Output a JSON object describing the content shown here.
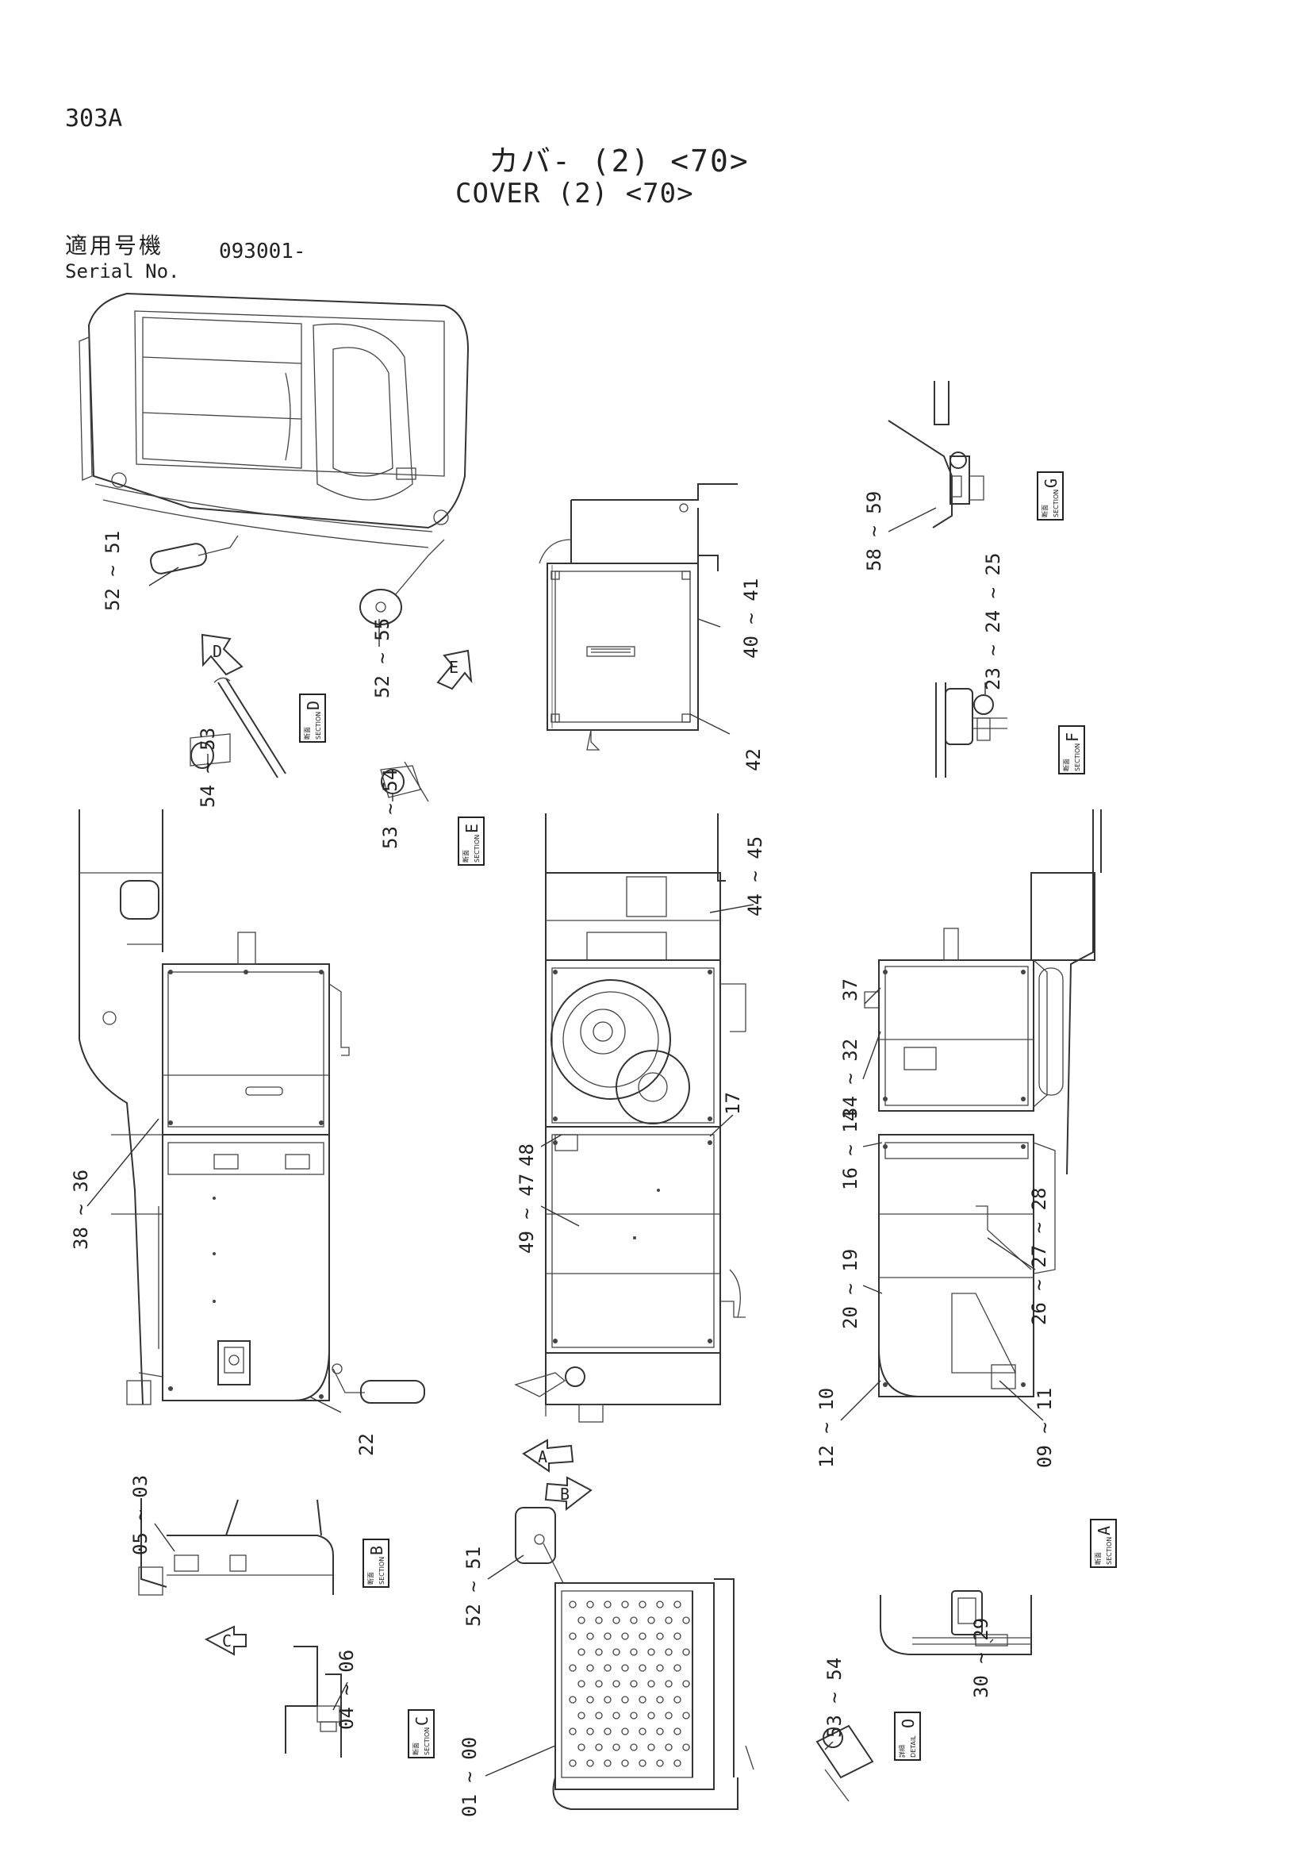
{
  "header": {
    "page_number": "303A",
    "title_jp": "カバ- (2) <70>",
    "title_en": "COVER (2) <70>",
    "serial_label_jp": "適用号機",
    "serial_label_en": "Serial No.",
    "serial_value": "093001-"
  },
  "view_markers": [
    "D",
    "E",
    "A",
    "B",
    "C"
  ],
  "section_labels": [
    {
      "id": "G",
      "kind": "SECTION"
    },
    {
      "id": "F",
      "kind": "SECTION"
    },
    {
      "id": "D",
      "kind": "SECTION"
    },
    {
      "id": "E",
      "kind": "SECTION"
    },
    {
      "id": "B",
      "kind": "SECTION"
    },
    {
      "id": "A",
      "kind": "SECTION"
    },
    {
      "id": "C",
      "kind": "SECTION"
    },
    {
      "id": "O",
      "kind": "DETAIL"
    }
  ],
  "section_kanji": "断面",
  "detail_kanji": "詳細",
  "callouts": [
    [
      "52",
      "51"
    ],
    [
      "52",
      "55"
    ],
    [
      "54",
      "53"
    ],
    [
      "53",
      "54"
    ],
    [
      "40",
      "41"
    ],
    [
      "42"
    ],
    [
      "58",
      "59"
    ],
    [
      "23",
      "24",
      "25"
    ],
    [
      "44",
      "45"
    ],
    [
      "38",
      "36"
    ],
    [
      "48"
    ],
    [
      "49",
      "47"
    ],
    [
      "17"
    ],
    [
      "37"
    ],
    [
      "34",
      "32"
    ],
    [
      "16",
      "14"
    ],
    [
      "20",
      "19"
    ],
    [
      "26",
      "27",
      "28"
    ],
    [
      "12",
      "10"
    ],
    [
      "09",
      "11"
    ],
    [
      "22"
    ],
    [
      "05",
      "03"
    ],
    [
      "52",
      "51"
    ],
    [
      "04",
      "06"
    ],
    [
      "01",
      "00"
    ],
    [
      "30",
      "29"
    ],
    [
      "53",
      "54"
    ]
  ]
}
